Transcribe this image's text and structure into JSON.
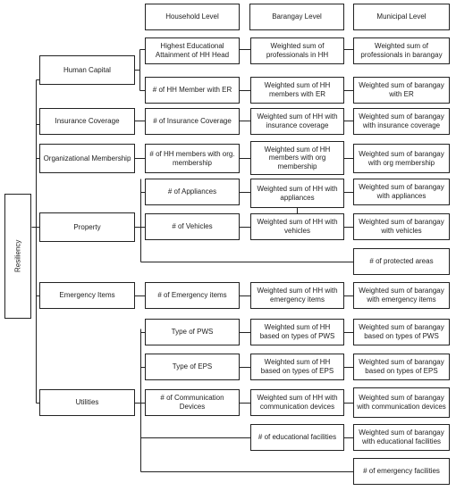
{
  "diagram": {
    "headers": {
      "household": "Household Level",
      "barangay": "Barangay Level",
      "municipal": "Municipal Level"
    },
    "root": "Resiliency",
    "categories": {
      "human_capital": "Human Capital",
      "insurance": "Insurance Coverage",
      "org": "Organizational Membership",
      "property": "Property",
      "emergency": "Emergency Items",
      "utilities": "Utilities"
    },
    "household": {
      "education": "Highest Educational Attainment of HH Head",
      "er_members": "# of HH Member with ER",
      "insurance": "# of Insurance Coverage",
      "org": "# of HH members with org. membership",
      "appliances": "# of Appliances",
      "vehicles": "# of Vehicles",
      "emergency": "# of Emergency items",
      "pws": "Type of PWS",
      "eps": "Type of EPS",
      "comm": "# of Communication Devices"
    },
    "barangay": {
      "education": "Weighted sum of professionals in HH",
      "er_members": "Weighted sum of HH members with ER",
      "insurance": "Weighted sum of HH with insurance coverage",
      "org": "Weighted sum of HH members with org membership",
      "appliances": "Weighted sum of HH with appliances",
      "vehicles": "Weighted sum of HH with vehicles",
      "emergency": "Weighted sum of HH with emergency items",
      "pws": "Weighted sum of HH based on types of PWS",
      "eps": "Weighted sum of HH based on types of EPS",
      "comm": "Weighted sum of HH with communication devices",
      "edu_facilities": "# of educational facilities"
    },
    "municipal": {
      "education": "Weighted sum of professionals in barangay",
      "er_members": "Weighted sum of barangay with ER",
      "insurance": "Weighted sum of barangay with insurance coverage",
      "org": "Weighted sum of barangay with org membership",
      "appliances": "Weighted sum of barangay with appliances",
      "vehicles": "Weighted sum of barangay with vehicles",
      "protected_areas": "# of protected areas",
      "emergency": "Weighted sum of barangay with emergency items",
      "pws": "Weighted sum of barangay based on types of PWS",
      "eps": "Weighted sum of barangay based on types of EPS",
      "comm": "Weighted sum of barangay with communication devices",
      "edu_facilities": "Weighted sum of barangay with educational facilities",
      "emergency_facilities": "# of emergency facilities"
    }
  }
}
